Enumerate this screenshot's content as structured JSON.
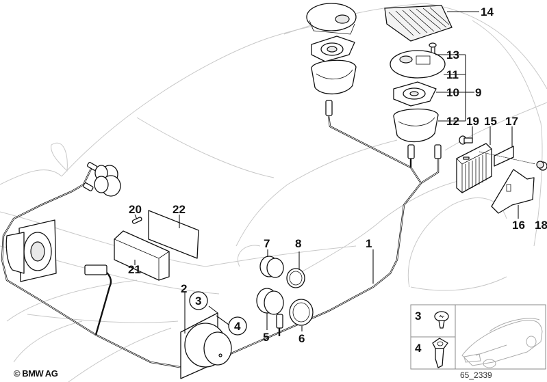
{
  "diagram": {
    "title": "Loudspeaker system parts diagram",
    "copyright": "© BMW AG",
    "diagram_code": "65_2339",
    "colors": {
      "line": "#111111",
      "car_outline": "#c8c8c8",
      "background": "#ffffff"
    }
  },
  "callouts": [
    {
      "id": "1",
      "label": "1",
      "part": "wiring harness"
    },
    {
      "id": "2",
      "label": "2",
      "part": "door loudspeaker"
    },
    {
      "id": "3",
      "label": "3",
      "part": "screw",
      "circled": true
    },
    {
      "id": "4",
      "label": "4",
      "part": "clip nut",
      "circled": true
    },
    {
      "id": "5",
      "label": "5",
      "part": "tweeter housing"
    },
    {
      "id": "6",
      "label": "6",
      "part": "tweeter ring"
    },
    {
      "id": "7",
      "label": "7",
      "part": "tweeter housing"
    },
    {
      "id": "8",
      "label": "8",
      "part": "tweeter ring"
    },
    {
      "id": "9",
      "label": "9",
      "part": "rear loudspeaker set"
    },
    {
      "id": "10",
      "label": "10",
      "part": "loudspeaker"
    },
    {
      "id": "11",
      "label": "11",
      "part": "cover"
    },
    {
      "id": "12",
      "label": "12",
      "part": "loudspeaker housing"
    },
    {
      "id": "13",
      "label": "13",
      "part": "screw"
    },
    {
      "id": "14",
      "label": "14",
      "part": "loudspeaker grille"
    },
    {
      "id": "15",
      "label": "15",
      "part": "amplifier"
    },
    {
      "id": "16",
      "label": "16",
      "part": "bracket"
    },
    {
      "id": "17",
      "label": "17",
      "part": "label"
    },
    {
      "id": "18",
      "label": "18",
      "part": "nut"
    },
    {
      "id": "19",
      "label": "19",
      "part": "bolt"
    },
    {
      "id": "20",
      "label": "20",
      "part": "pin"
    },
    {
      "id": "21",
      "label": "21",
      "part": "holder"
    },
    {
      "id": "22",
      "label": "22",
      "part": "cover plate"
    }
  ],
  "inset": {
    "items": [
      {
        "label": "3",
        "part": "screw"
      },
      {
        "label": "4",
        "part": "clip nut"
      }
    ]
  }
}
